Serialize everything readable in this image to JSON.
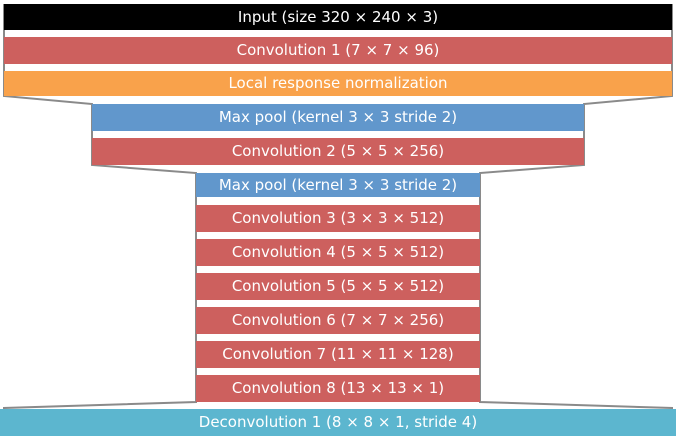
{
  "colors": {
    "input": "#000000",
    "convolution": "#cd605e",
    "normalization": "#f9a24b",
    "pooling": "#6197cc",
    "deconvolution": "#5cb6cf",
    "outline": "#8a8a8a"
  },
  "layers": [
    {
      "label": "Input (size 320 × 240 × 3)",
      "kind": "input"
    },
    {
      "label": "Convolution 1 (7 × 7 ×  96)",
      "kind": "convolution"
    },
    {
      "label": "Local response normalization",
      "kind": "normalization"
    },
    {
      "label": "Max pool (kernel 3 × 3 stride 2)",
      "kind": "pooling"
    },
    {
      "label": "Convolution 2 (5 × 5 × 256)",
      "kind": "convolution"
    },
    {
      "label": "Max pool (kernel 3 × 3 stride 2)",
      "kind": "pooling"
    },
    {
      "label": "Convolution 3 (3 × 3 × 512)",
      "kind": "convolution"
    },
    {
      "label": "Convolution 4 (5 × 5 × 512)",
      "kind": "convolution"
    },
    {
      "label": "Convolution 5 (5 × 5 × 512)",
      "kind": "convolution"
    },
    {
      "label": "Convolution 6 (7 × 7 × 256)",
      "kind": "convolution"
    },
    {
      "label": "Convolution 7 (11 × 11 × 128)",
      "kind": "convolution"
    },
    {
      "label": "Convolution 8 (13 × 13 × 1)",
      "kind": "convolution"
    },
    {
      "label": "Deconvolution 1 (8 × 8 × 1, stride 4)",
      "kind": "deconvolution"
    }
  ]
}
